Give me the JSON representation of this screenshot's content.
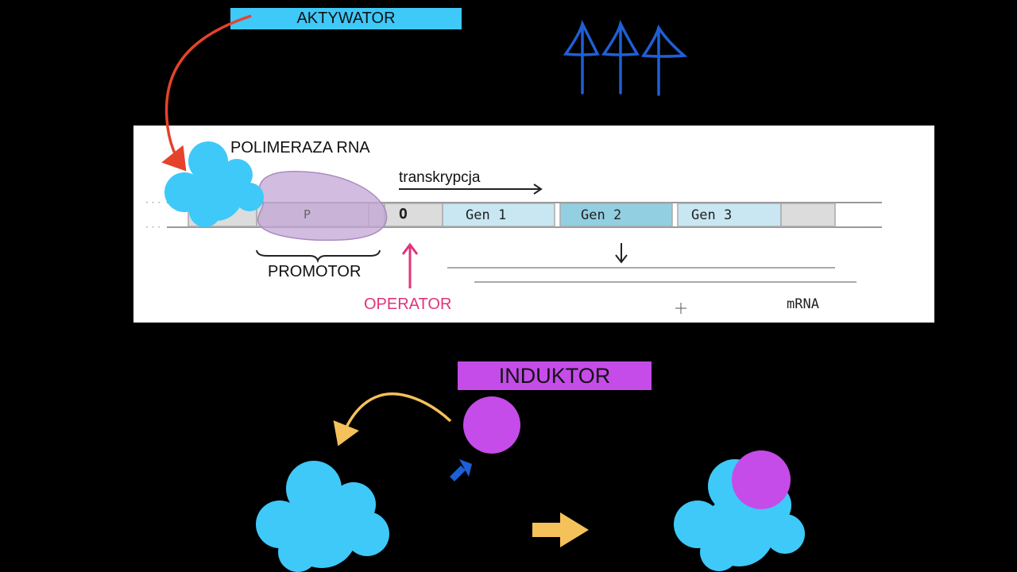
{
  "labels": {
    "activator": "AKTYWATOR",
    "inducer": "INDUKTOR",
    "polymerase": "POLIMERAZA RNA",
    "transcription": "transkrypcja",
    "promoter": "PROMOTOR",
    "operator": "OPERATOR",
    "mrna": "mRNA"
  },
  "dna_segments": {
    "promoter_box": "P",
    "operator_box": "O",
    "genes": [
      "Gen 1",
      "Gen 2",
      "Gen 3"
    ]
  },
  "colors": {
    "activator_bg": "#3ec9f9",
    "inducer_bg": "#c54ce9",
    "operator_text": "#e0347a",
    "polymerase_cloud": "#3ec9f9",
    "promoter_blob": "#c3a6d6",
    "activator_arrow": "#e5432b",
    "inducer_arrow": "#f5c15a",
    "gene_light": "#c8e7f2",
    "gene_mid": "#92cfe1",
    "hand_arrows": "#1f5fd6"
  }
}
